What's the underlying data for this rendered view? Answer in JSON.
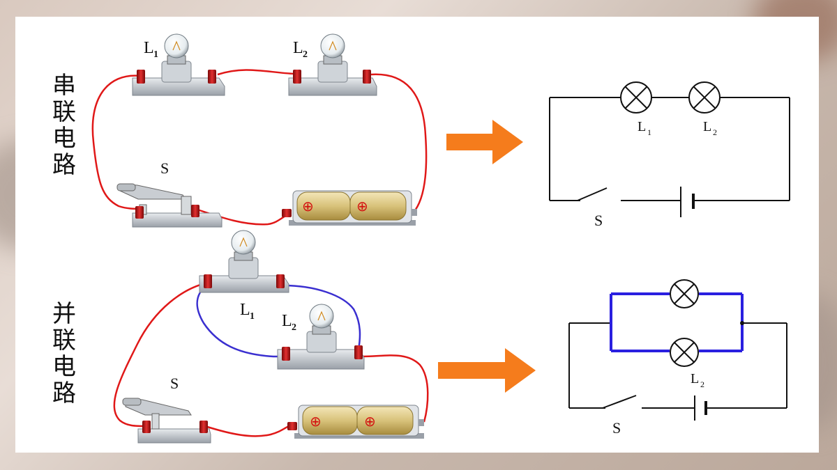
{
  "series": {
    "title": "串联电路",
    "lamp1_label": "L",
    "lamp1_sub": "1",
    "lamp2_label": "L",
    "lamp2_sub": "2",
    "switch_label": "S",
    "schematic": {
      "lamp1_label": "L",
      "lamp1_sub": "1",
      "lamp2_label": "L",
      "lamp2_sub": "2",
      "switch_label": "S"
    }
  },
  "parallel": {
    "title": "并联电路",
    "lamp1_label": "L",
    "lamp1_sub": "1",
    "lamp2_label": "L",
    "lamp2_sub": "2",
    "switch_label": "S",
    "schematic": {
      "lamp2_label": "L",
      "lamp2_sub": "2",
      "switch_label": "S"
    }
  },
  "colors": {
    "wire_red": "#e01818",
    "wire_blue": "#3a2fd0",
    "arrow": "#f57c1c",
    "schematic_line": "#111111",
    "parallel_branch": "#2a1fe0"
  },
  "battery_symbol": "⊕"
}
